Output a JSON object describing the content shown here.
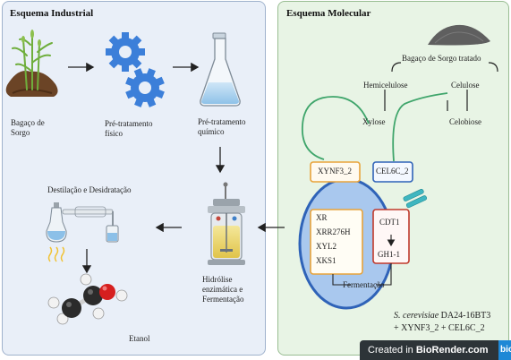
{
  "left_panel": {
    "title": "Esquema Industrial",
    "labels": {
      "bagaco": "Bagaço de\nSorgo",
      "pre_fisico": "Pré-tratamento\nfísico",
      "pre_quimico": "Pré-tratamento\nquímico",
      "destilacao": "Destilação e Desidratação",
      "hidrolise": "Hidrólise\nenzimática e\nFermentação",
      "etanol": "Etanol"
    }
  },
  "right_panel": {
    "title": "Esquema Molecular",
    "labels": {
      "bagaco_tratado": "Bagaço de Sorgo tratado",
      "hemicelulose": "Hemicelulose",
      "celulose": "Celulose",
      "xylose": "Xylose",
      "celobiose": "Celobiose",
      "xynf3": "XYNF3_2",
      "cel6c": "CEL6C_2",
      "enzymes": [
        "XR",
        "XRR276H",
        "XYL2",
        "XKS1"
      ],
      "cdt1": "CDT1",
      "gh1": "GH1-1",
      "fermentacao": "Fermentação",
      "strain_italic": "S. cerevisiae",
      "strain_rest": " DA24-16BT3",
      "strain_line2": "+ XYNF3_2 + CEL6C_2"
    }
  },
  "badge": {
    "text": "Created in ",
    "brand": "BioRender.com",
    "logo": "bio"
  },
  "colors": {
    "left_bg": "#e9eff8",
    "right_bg": "#e8f4e5",
    "cell_fill": "#a9c8ee",
    "cell_border": "#2f63b8",
    "orange_box": "#e8a33a",
    "red_box": "#c0392b",
    "blue_box": "#2f63b8",
    "green_line": "#3fa56b",
    "transporter": "#3fb6c0"
  }
}
